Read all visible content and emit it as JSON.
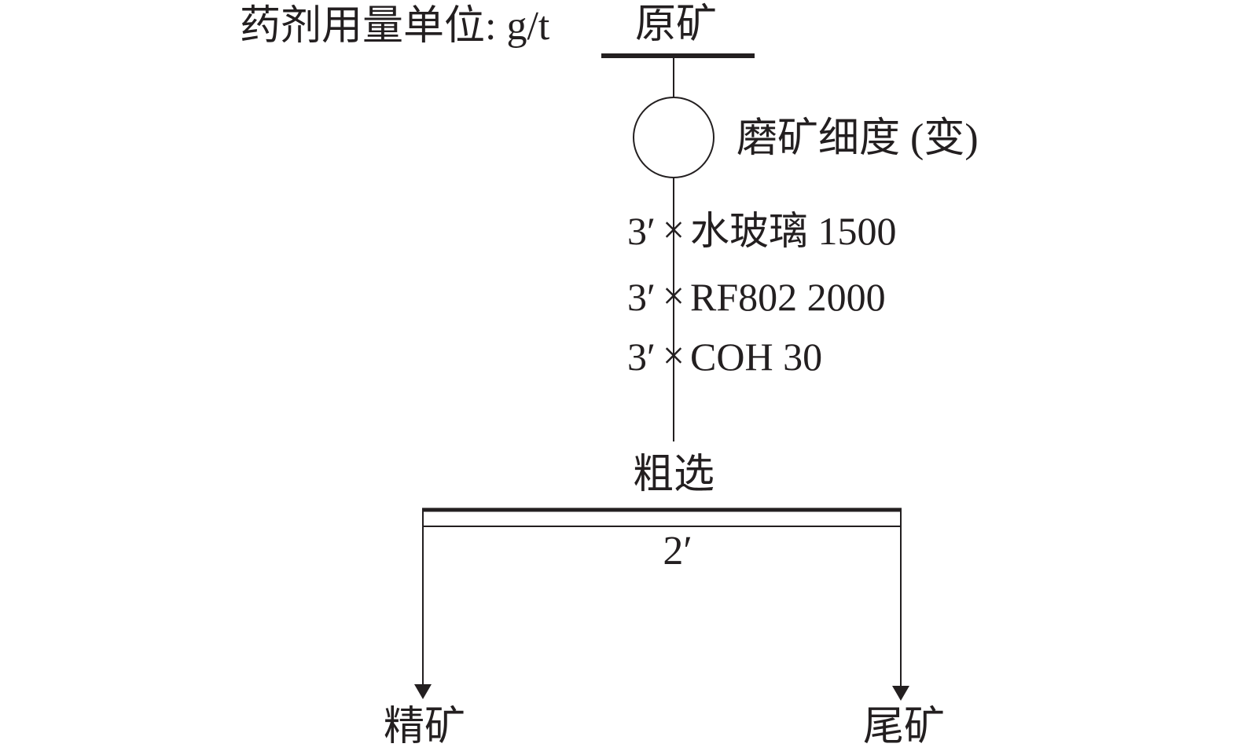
{
  "dosage_unit": "药剂用量单位: g/t",
  "feed": "原矿",
  "grinding": "磨矿细度 (变)",
  "reagents": [
    {
      "time": "3′",
      "mult": "×",
      "name": "水玻璃 1500"
    },
    {
      "time": "3′",
      "mult": "×",
      "name": "RF802 2000"
    },
    {
      "time": "3′",
      "mult": "×",
      "name": "COH 30"
    }
  ],
  "roughing": {
    "label": "粗选",
    "time": "2′"
  },
  "products": {
    "concentrate": "精矿",
    "tailings": "尾矿"
  },
  "colors": {
    "ink": "#231f20",
    "background": "#ffffff"
  }
}
